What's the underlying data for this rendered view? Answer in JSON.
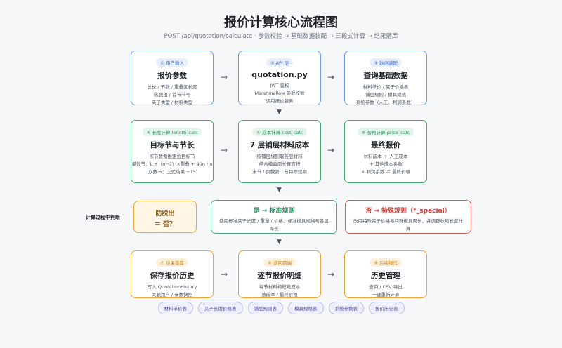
{
  "title": "报价计算核心流程图",
  "subtitle": "POST /api/quotation/calculate · 参数校验 → 基础数据装配 → 三段式计算 → 结果落库",
  "row1": [
    {
      "tag": "① 用户输入",
      "title": "报价参数",
      "lines": [
        "总长 / 节数 / 重叠区长度",
        "防脱出 / 首节节号",
        "夹子类型 / 材料类型"
      ]
    },
    {
      "tag": "② API 层",
      "title": "quotation.py",
      "lines": [
        "JWT 鉴权",
        "Marshmallow 参数校验",
        "调用报价服务"
      ]
    },
    {
      "tag": "③ 数据装配",
      "title": "查询基础数据",
      "lines": [
        "材料单价 / 夹子价格表",
        "铺层规则 / 模具规格",
        "系统参数（人工、利润系数）"
      ]
    }
  ],
  "row2": [
    {
      "tag": "④ 长度计算 length_calc",
      "title": "目标节与节长",
      "lines": [
        "按节数倒推定位目标节",
        "单数节：L +（n−1）×重叠 + 40n / n",
        "双数节：上式结果 −15"
      ]
    },
    {
      "tag": "⑤ 成本计算 cost_calc",
      "title": "7 层铺层材料成本",
      "lines": [
        "按铺层规则取各层材料",
        "结合模具周长算面积",
        "末节 / 倒数第二节特殊规则"
      ]
    },
    {
      "tag": "⑥ 价格计算 price_calc",
      "title": "最终报价",
      "lines": [
        "材料成本 ＋ 人工成本",
        "＋ 其他成本系数",
        "× 利润系数 ＝ 最终价格"
      ]
    }
  ],
  "decision": {
    "side_label": "计算过程中判断",
    "question_line1": "防脱出",
    "question_line2": "＝ 否？",
    "yes_title": "是 → 标准规则",
    "yes_desc": "使用标准夹子长度 / 重量 / 价格、标准模具规格与各层周长",
    "no_title": "否 → 特殊规则（*_special）",
    "no_desc": "改用特殊夹子价格与特殊模具周长，并调整收缩长度计算"
  },
  "row3": [
    {
      "tag": "⑦ 结果落库",
      "title": "保存报价历史",
      "lines": [
        "写入 QuotationHistory",
        "关联用户 / 参数快照"
      ]
    },
    {
      "tag": "⑧ 返回前端",
      "title": "逐节报价明细",
      "lines": [
        "每节材料构成与成本",
        "总成本 / 最终价格"
      ]
    },
    {
      "tag": "⑨ 后续操作",
      "title": "历史管理",
      "lines": [
        "查询 / CSV 导出",
        "一键重新计算"
      ]
    }
  ],
  "arrows": {
    "right": "→",
    "down": "▼"
  },
  "chips": [
    "材料单价表",
    "夹子长度价格表",
    "铺层规则表",
    "模具规格表",
    "系统参数表",
    "报价历史表"
  ],
  "colors": {
    "blue": "#6b9bf2",
    "green": "#3fae70",
    "orange": "#eaa63b",
    "red": "#e05a55",
    "chip": "#b9bce9"
  }
}
